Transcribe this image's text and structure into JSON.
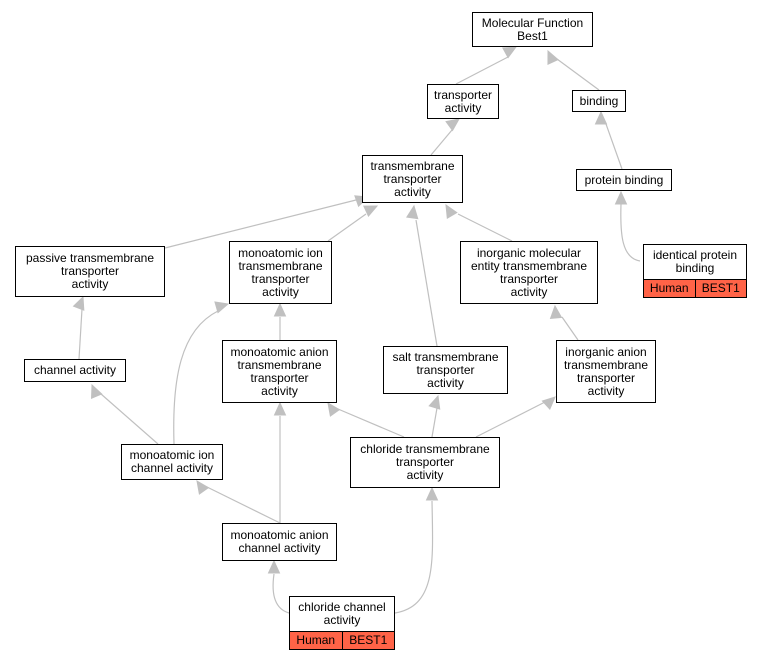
{
  "colors": {
    "edge": "#c0c0c0",
    "annotation": "#ff6347",
    "border": "#000000"
  },
  "nodes": {
    "mf_root": {
      "line1": "Molecular Function",
      "line2": "Best1"
    },
    "transporter_activity": {
      "line1": "transporter",
      "line2": "activity"
    },
    "binding": {
      "line1": "binding"
    },
    "transmembrane_transporter_activity": {
      "line1": "transmembrane",
      "line2": "transporter",
      "line3": "activity"
    },
    "protein_binding": {
      "line1": "protein binding"
    },
    "passive_transmembrane_transporter_activity": {
      "line1": "passive transmembrane",
      "line2": "transporter",
      "line3": "activity"
    },
    "monoatomic_ion_transmembrane_transporter_activity": {
      "line1": "monoatomic ion",
      "line2": "transmembrane",
      "line3": "transporter",
      "line4": "activity"
    },
    "inorganic_molecular_entity_transmembrane_transporter_activity": {
      "line1": "inorganic molecular",
      "line2": "entity transmembrane",
      "line3": "transporter",
      "line4": "activity"
    },
    "identical_protein_binding": {
      "line1": "identical protein",
      "line2": "binding",
      "species": "Human",
      "gene": "BEST1"
    },
    "channel_activity": {
      "line1": "channel activity"
    },
    "monoatomic_anion_transmembrane_transporter_activity": {
      "line1": "monoatomic anion",
      "line2": "transmembrane",
      "line3": "transporter",
      "line4": "activity"
    },
    "salt_transmembrane_transporter_activity": {
      "line1": "salt transmembrane",
      "line2": "transporter",
      "line3": "activity"
    },
    "inorganic_anion_transmembrane_transporter_activity": {
      "line1": "inorganic anion",
      "line2": "transmembrane",
      "line3": "transporter",
      "line4": "activity"
    },
    "monoatomic_ion_channel_activity": {
      "line1": "monoatomic ion",
      "line2": "channel activity"
    },
    "chloride_transmembrane_transporter_activity": {
      "line1": "chloride transmembrane",
      "line2": "transporter",
      "line3": "activity"
    },
    "monoatomic_anion_channel_activity": {
      "line1": "monoatomic anion",
      "line2": "channel activity"
    },
    "chloride_channel_activity": {
      "line1": "chloride channel",
      "line2": "activity",
      "species": "Human",
      "gene": "BEST1"
    }
  },
  "edges": [
    [
      "transporter_activity",
      "mf_root"
    ],
    [
      "binding",
      "mf_root"
    ],
    [
      "transmembrane_transporter_activity",
      "transporter_activity"
    ],
    [
      "protein_binding",
      "binding"
    ],
    [
      "identical_protein_binding",
      "protein_binding"
    ],
    [
      "passive_transmembrane_transporter_activity",
      "transmembrane_transporter_activity"
    ],
    [
      "monoatomic_ion_transmembrane_transporter_activity",
      "transmembrane_transporter_activity"
    ],
    [
      "inorganic_molecular_entity_transmembrane_transporter_activity",
      "transmembrane_transporter_activity"
    ],
    [
      "salt_transmembrane_transporter_activity",
      "transmembrane_transporter_activity"
    ],
    [
      "channel_activity",
      "passive_transmembrane_transporter_activity"
    ],
    [
      "monoatomic_ion_channel_activity",
      "channel_activity"
    ],
    [
      "monoatomic_ion_channel_activity",
      "monoatomic_ion_transmembrane_transporter_activity"
    ],
    [
      "monoatomic_anion_transmembrane_transporter_activity",
      "monoatomic_ion_transmembrane_transporter_activity"
    ],
    [
      "inorganic_anion_transmembrane_transporter_activity",
      "inorganic_molecular_entity_transmembrane_transporter_activity"
    ],
    [
      "chloride_transmembrane_transporter_activity",
      "monoatomic_anion_transmembrane_transporter_activity"
    ],
    [
      "chloride_transmembrane_transporter_activity",
      "salt_transmembrane_transporter_activity"
    ],
    [
      "chloride_transmembrane_transporter_activity",
      "inorganic_anion_transmembrane_transporter_activity"
    ],
    [
      "monoatomic_anion_channel_activity",
      "monoatomic_ion_channel_activity"
    ],
    [
      "monoatomic_anion_channel_activity",
      "monoatomic_anion_transmembrane_transporter_activity"
    ],
    [
      "chloride_channel_activity",
      "monoatomic_anion_channel_activity"
    ],
    [
      "chloride_channel_activity",
      "chloride_transmembrane_transporter_activity"
    ]
  ]
}
